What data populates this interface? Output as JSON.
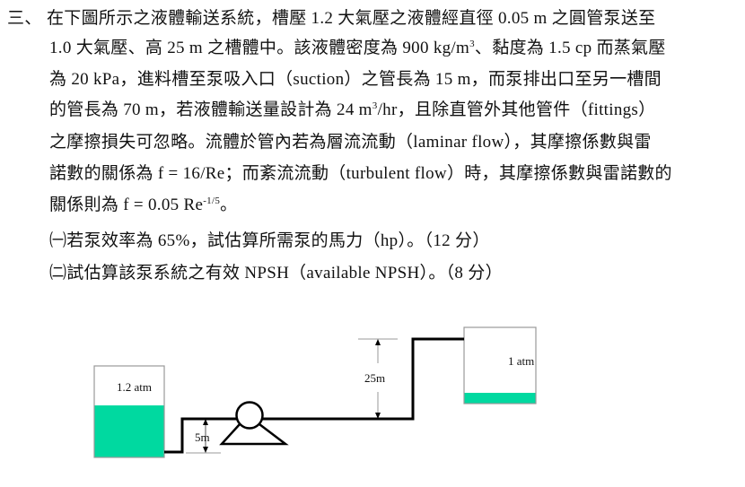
{
  "question": {
    "number": "三、",
    "lines": [
      "在下圖所示之液體輸送系統，槽壓 1.2 大氣壓之液體經直徑 0.05  m 之圓管泵送至",
      [
        "1.0 大氣壓、高 25 m 之槽體中。該液體密度為 900 kg/m",
        "3",
        "、黏度為 1.5 cp 而蒸氣壓"
      ],
      "為 20 kPa，進料槽至泵吸入口（suction）之管長為 15 m，而泵排出口至另一槽間",
      [
        "的管長為 70  m，若液體輸送量設計為 24  m",
        "3",
        "/hr，且除直管外其他管件（fittings）"
      ],
      "之摩擦損失可忽略。流體於管內若為層流流動（laminar flow），其摩擦係數與雷",
      "諾數的關係為 f = 16/Re；而紊流流動（turbulent flow）時，其摩擦係數與雷諾數的",
      [
        "關係則為 f = 0.05 Re",
        "-1/5",
        "。"
      ]
    ],
    "sub_questions": [
      "㈠若泵效率為 65%，試估算所需泵的馬力（hp）。（12 分）",
      "㈡試估算該泵系統之有效 NPSH（available NPSH）。（8 分）"
    ]
  },
  "diagram": {
    "left_tank_label": "1.2 atm",
    "right_tank_label": "1 atm",
    "suction_height_label": "5m",
    "discharge_height_label": "25m",
    "liquid_color": "#00d9a0"
  }
}
